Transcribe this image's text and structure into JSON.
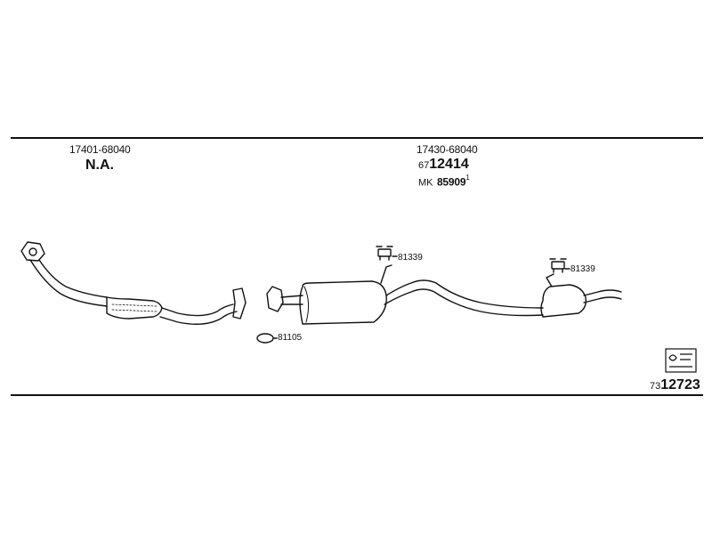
{
  "left_group": {
    "part_number": "17401-68040",
    "availability": "N.A."
  },
  "right_group": {
    "part_number": "17430-68040",
    "code_prefix": "67",
    "code_main": "12414",
    "mk_prefix": "MK",
    "mk_number": "85909",
    "mk_superscript": "1"
  },
  "callouts": {
    "gasket": "81105",
    "hanger_mid": "81339",
    "hanger_rear": "81339"
  },
  "footer": {
    "prefix": "73",
    "number": "12723"
  }
}
